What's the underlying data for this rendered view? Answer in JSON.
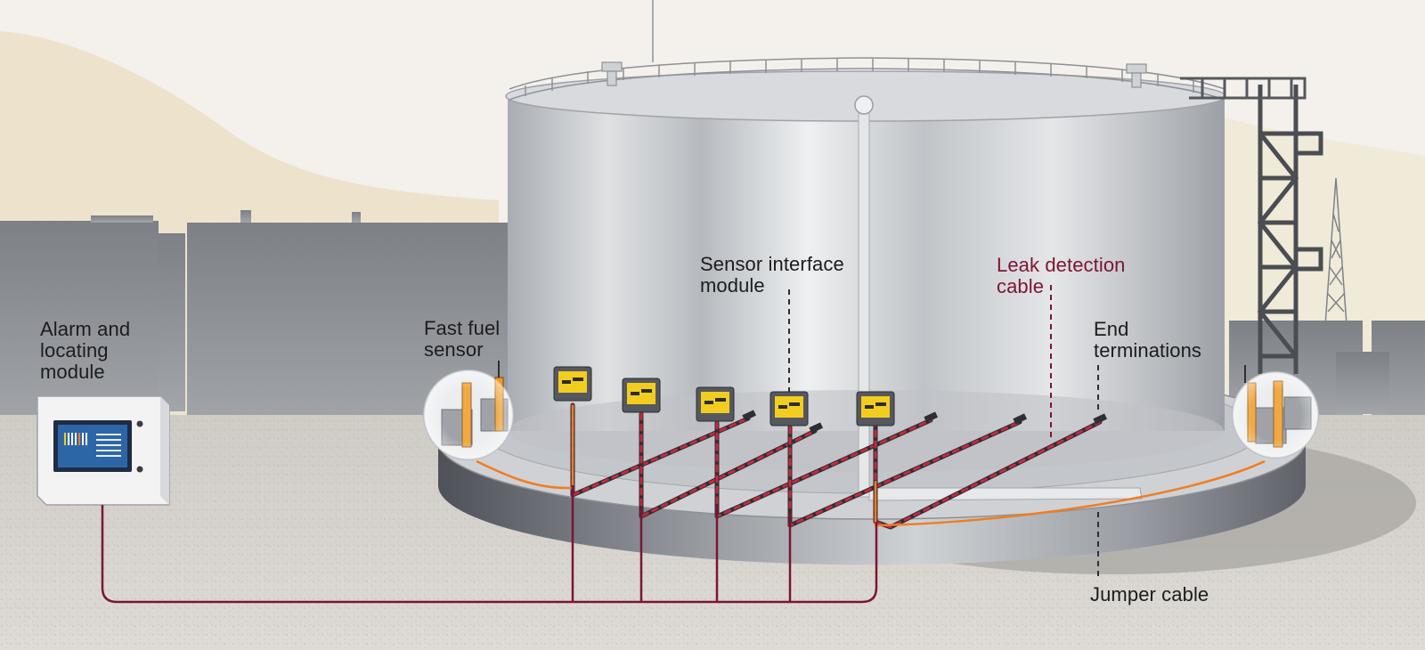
{
  "labels": {
    "alarm_module": [
      "Alarm and",
      "locating",
      "module"
    ],
    "fast_fuel_sensor": [
      "Fast fuel",
      "sensor"
    ],
    "sensor_interface_module": [
      "Sensor interface",
      "module"
    ],
    "leak_detection_cable": [
      "Leak detection",
      "cable"
    ],
    "end_terminations": [
      "End",
      "terminations"
    ],
    "jumper_cable": "Jumper cable"
  },
  "colors": {
    "sky": "#f4f1ec",
    "hill": "#ede3cd",
    "ground": "#d6d3ce",
    "background_tanks": "#8a8d93",
    "tank_shell": "#c9ccd0",
    "leak_cable_accent": "#7c1532",
    "jumper_cable_orange": "#ef7d22",
    "sensor_module_yellow": "#f2cd1f",
    "alarm_screen": "#2d66a6"
  },
  "icons": {
    "alarm_module": "control-panel-icon",
    "sensor_interface_module": "yellow-junction-box-icon",
    "fast_fuel_sensor": "probe-sensor-icon",
    "end_termination": "cable-end-cap-icon"
  }
}
